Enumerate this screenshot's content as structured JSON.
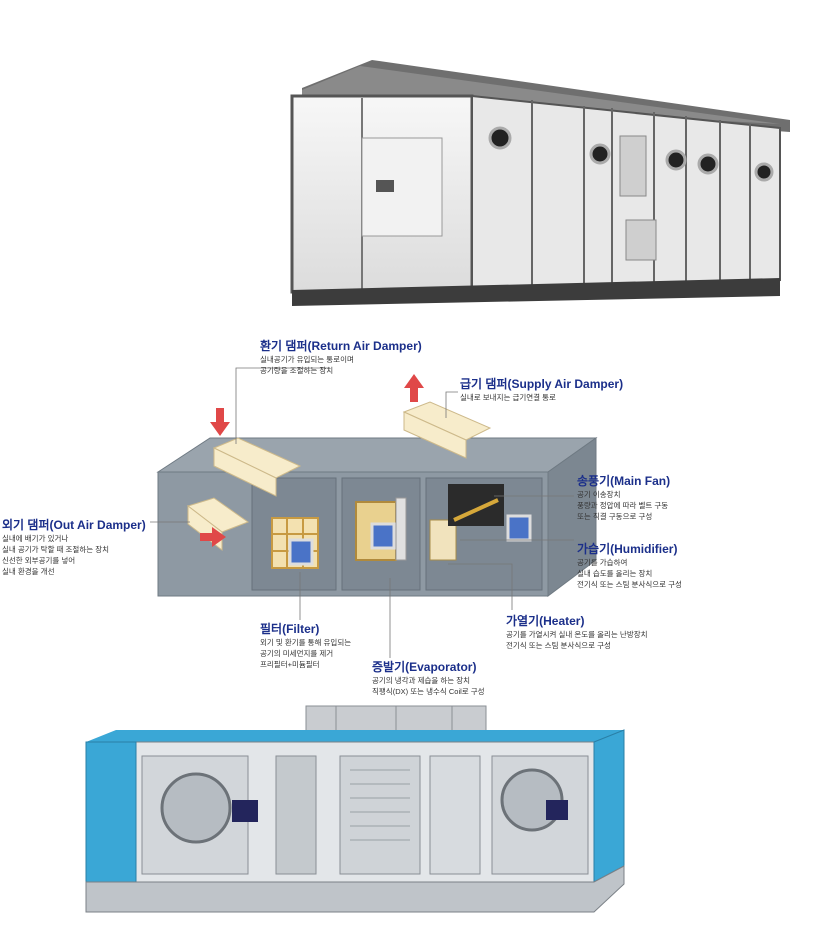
{
  "callouts": {
    "return_damper": {
      "title": "환기 댐퍼(Return Air Damper)",
      "lines": [
        "실내공기가 유입되는 통로이며",
        "공기량을 조절하는 장치"
      ]
    },
    "supply_damper": {
      "title": "급기 댐퍼(Supply Air Damper)",
      "lines": [
        "실내로 보내지는 급기연결 통로"
      ]
    },
    "main_fan": {
      "title": "송풍기(Main Fan)",
      "lines": [
        "공기 이송장치",
        "풍량과 정압에 따라 벨트 구동",
        "또는 직결 구동으로 구성"
      ]
    },
    "out_damper": {
      "title": "외기 댐퍼(Out Air Damper)",
      "lines": [
        "실내에 배기가 있거나",
        "실내 공기가 탁할 때 조절하는 장치",
        "신선한 외부공기를 넣어",
        "실내 환경을 개선"
      ]
    },
    "humidifier": {
      "title": "가습기(Humidifier)",
      "lines": [
        "공기를 가습하여",
        "실내 습도를 올리는 장치",
        "전기식 또는 스팀 분사식으로 구성"
      ]
    },
    "filter": {
      "title": "필터(Filter)",
      "lines": [
        "외기 및 환기를 통해 유입되는",
        "공기의 미세먼지를 제거",
        "프리필터+미듐필터"
      ]
    },
    "heater": {
      "title": "가열기(Heater)",
      "lines": [
        "공기를 가열시켜 실내 온도를 올리는 난방장치",
        "전기식 또는 스팀 분사식으로 구성"
      ]
    },
    "evaporator": {
      "title": "증발기(Evaporator)",
      "lines": [
        "공기의 냉각과 제습을 하는 장치",
        "직팽식(DX) 또는 냉수식 Coil로 구성"
      ]
    }
  },
  "colors": {
    "title_blue": "#1b2f8a",
    "arrow_red": "#e04848",
    "casing_gray": "#8e99a3",
    "panel_white": "#eceeef",
    "frame_blue": "#3aa7d6"
  },
  "icons": [
    "arrow-down-icon",
    "arrow-up-icon",
    "arrow-right-icon"
  ]
}
